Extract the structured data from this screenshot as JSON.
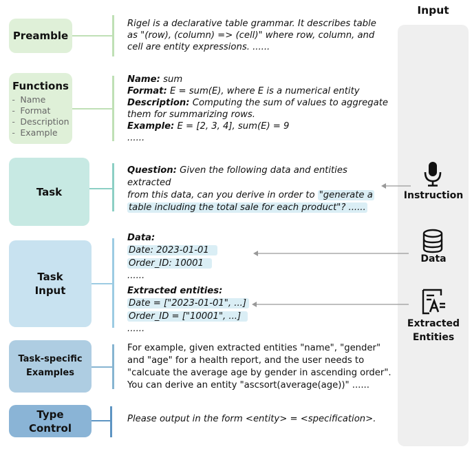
{
  "input_title": "Input",
  "boxes": {
    "preamble": "Preamble",
    "functions": {
      "title": "Functions",
      "items": [
        "Name",
        "Format",
        "Description",
        "Example"
      ]
    },
    "task": "Task",
    "task_input": [
      "Task",
      "Input"
    ],
    "task_specific": [
      "Task-specific",
      "Examples"
    ],
    "type_control": [
      "Type",
      "Control"
    ]
  },
  "preamble_text": [
    "Rigel is a declarative table grammar. It describes table",
    "as \"(row), (column) => (cell)\" where row, column, and",
    "cell are entity expressions. ......"
  ],
  "functions_text": {
    "name_label": "Name:",
    "name_value": " sum",
    "format_label": "Format:",
    "format_value": " E = sum(E), where E is a numerical entity",
    "desc_label": "Description:",
    "desc_value_1": " Computing the sum of values to aggregate",
    "desc_value_2": "them for summarizing rows.",
    "example_label": "Example:",
    "example_value": " E = [2, 3, 4], sum(E) = 9",
    "ellipsis": "......"
  },
  "task_text": {
    "question_label": "Question:",
    "line1": " Given the following data and entities extracted",
    "line2_plain": "from this data, can you derive in order to ",
    "line2_hl": "\"generate a",
    "line3_hl": "table including the total sale for each product\"? ......"
  },
  "task_input_text": {
    "data_label": "Data:",
    "data_rows": [
      "Date: 2023-01-01",
      "Order_ID: 10001"
    ],
    "data_ellipsis": "......",
    "entities_label": "Extracted entities:",
    "entity_rows": [
      "Date = [\"2023-01-01\", ...]",
      "Order_ID = [\"10001\", ...]"
    ],
    "entities_ellipsis": "......"
  },
  "examples_text": [
    "For example, given extracted entities \"name\", \"gender\"",
    "and \"age\" for a health report, and the user needs to",
    "\"calcuate the average age by gender in ascending order\".",
    "You can derive an entity \"ascsort(average(age))\" ......"
  ],
  "type_control_text": "Please output in the form <entity> = <specification>.",
  "inputs": {
    "instruction": "Instruction",
    "data": "Data",
    "extracted": [
      "Extracted",
      "Entities"
    ]
  },
  "colors": {
    "green_bg": "#dff0d8",
    "green_line": "#bfe0b5",
    "teal_bg": "#c7e9e3",
    "teal_line": "#8ccfc4",
    "blue_bg": "#c8e2f0",
    "blue_line": "#9ccbe3",
    "steel_bg": "#aecde2",
    "steel_line": "#86b4d1",
    "navy_bg": "#8ab4d6",
    "navy_line": "#5d94c2",
    "highlight": "#daeef5",
    "panel": "#efefef",
    "arrow": "#999999"
  }
}
